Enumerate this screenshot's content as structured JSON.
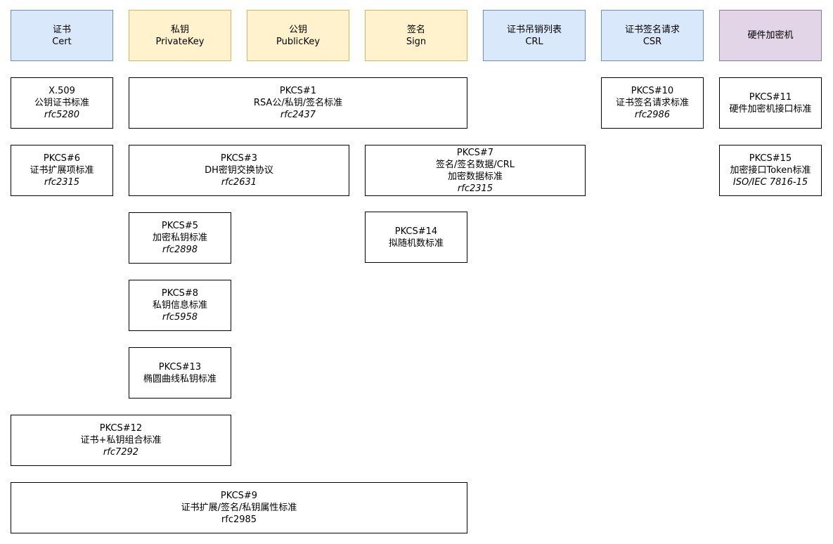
{
  "headers": {
    "cert": {
      "l1": "证书",
      "l2": "Cert"
    },
    "private_key": {
      "l1": "私钥",
      "l2": "PrivateKey"
    },
    "public_key": {
      "l1": "公钥",
      "l2": "PublicKey"
    },
    "sign": {
      "l1": "签名",
      "l2": "Sign"
    },
    "crl": {
      "l1": "证书吊销列表",
      "l2": "CRL"
    },
    "csr": {
      "l1": "证书签名请求",
      "l2": "CSR"
    },
    "hsm": {
      "l1": "硬件加密机"
    }
  },
  "standards": {
    "x509": {
      "name": "X.509",
      "desc": "公钥证书标准",
      "ref": "rfc5280"
    },
    "pkcs1": {
      "name": "PKCS#1",
      "desc": "RSA公/私钥/签名标准",
      "ref": "rfc2437"
    },
    "pkcs10": {
      "name": "PKCS#10",
      "desc": "证书签名请求标准",
      "ref": "rfc2986"
    },
    "pkcs11": {
      "name": "PKCS#11",
      "desc": "硬件加密机接口标准"
    },
    "pkcs6": {
      "name": "PKCS#6",
      "desc": "证书扩展项标准",
      "ref": "rfc2315"
    },
    "pkcs3": {
      "name": "PKCS#3",
      "desc": "DH密钥交换协议",
      "ref": "rfc2631"
    },
    "pkcs7": {
      "name": "PKCS#7",
      "desc": "签名/签名数据/CRL",
      "desc2": "加密数据标准",
      "ref": "rfc2315"
    },
    "pkcs15": {
      "name": "PKCS#15",
      "desc": "加密接口Token标准",
      "ref": "ISO/IEC 7816-15"
    },
    "pkcs5": {
      "name": "PKCS#5",
      "desc": "加密私钥标准",
      "ref": "rfc2898"
    },
    "pkcs14": {
      "name": "PKCS#14",
      "desc": "拟随机数标准"
    },
    "pkcs8": {
      "name": "PKCS#8",
      "desc": "私钥信息标准",
      "ref": "rfc5958"
    },
    "pkcs13": {
      "name": "PKCS#13",
      "desc": "椭圆曲线私钥标准"
    },
    "pkcs12": {
      "name": "PKCS#12",
      "desc": "证书+私钥组合标准",
      "ref": "rfc7292"
    },
    "pkcs9": {
      "name": "PKCS#9",
      "desc": "证书扩展/签名/私钥属性标准",
      "ref": "rfc2985"
    }
  }
}
